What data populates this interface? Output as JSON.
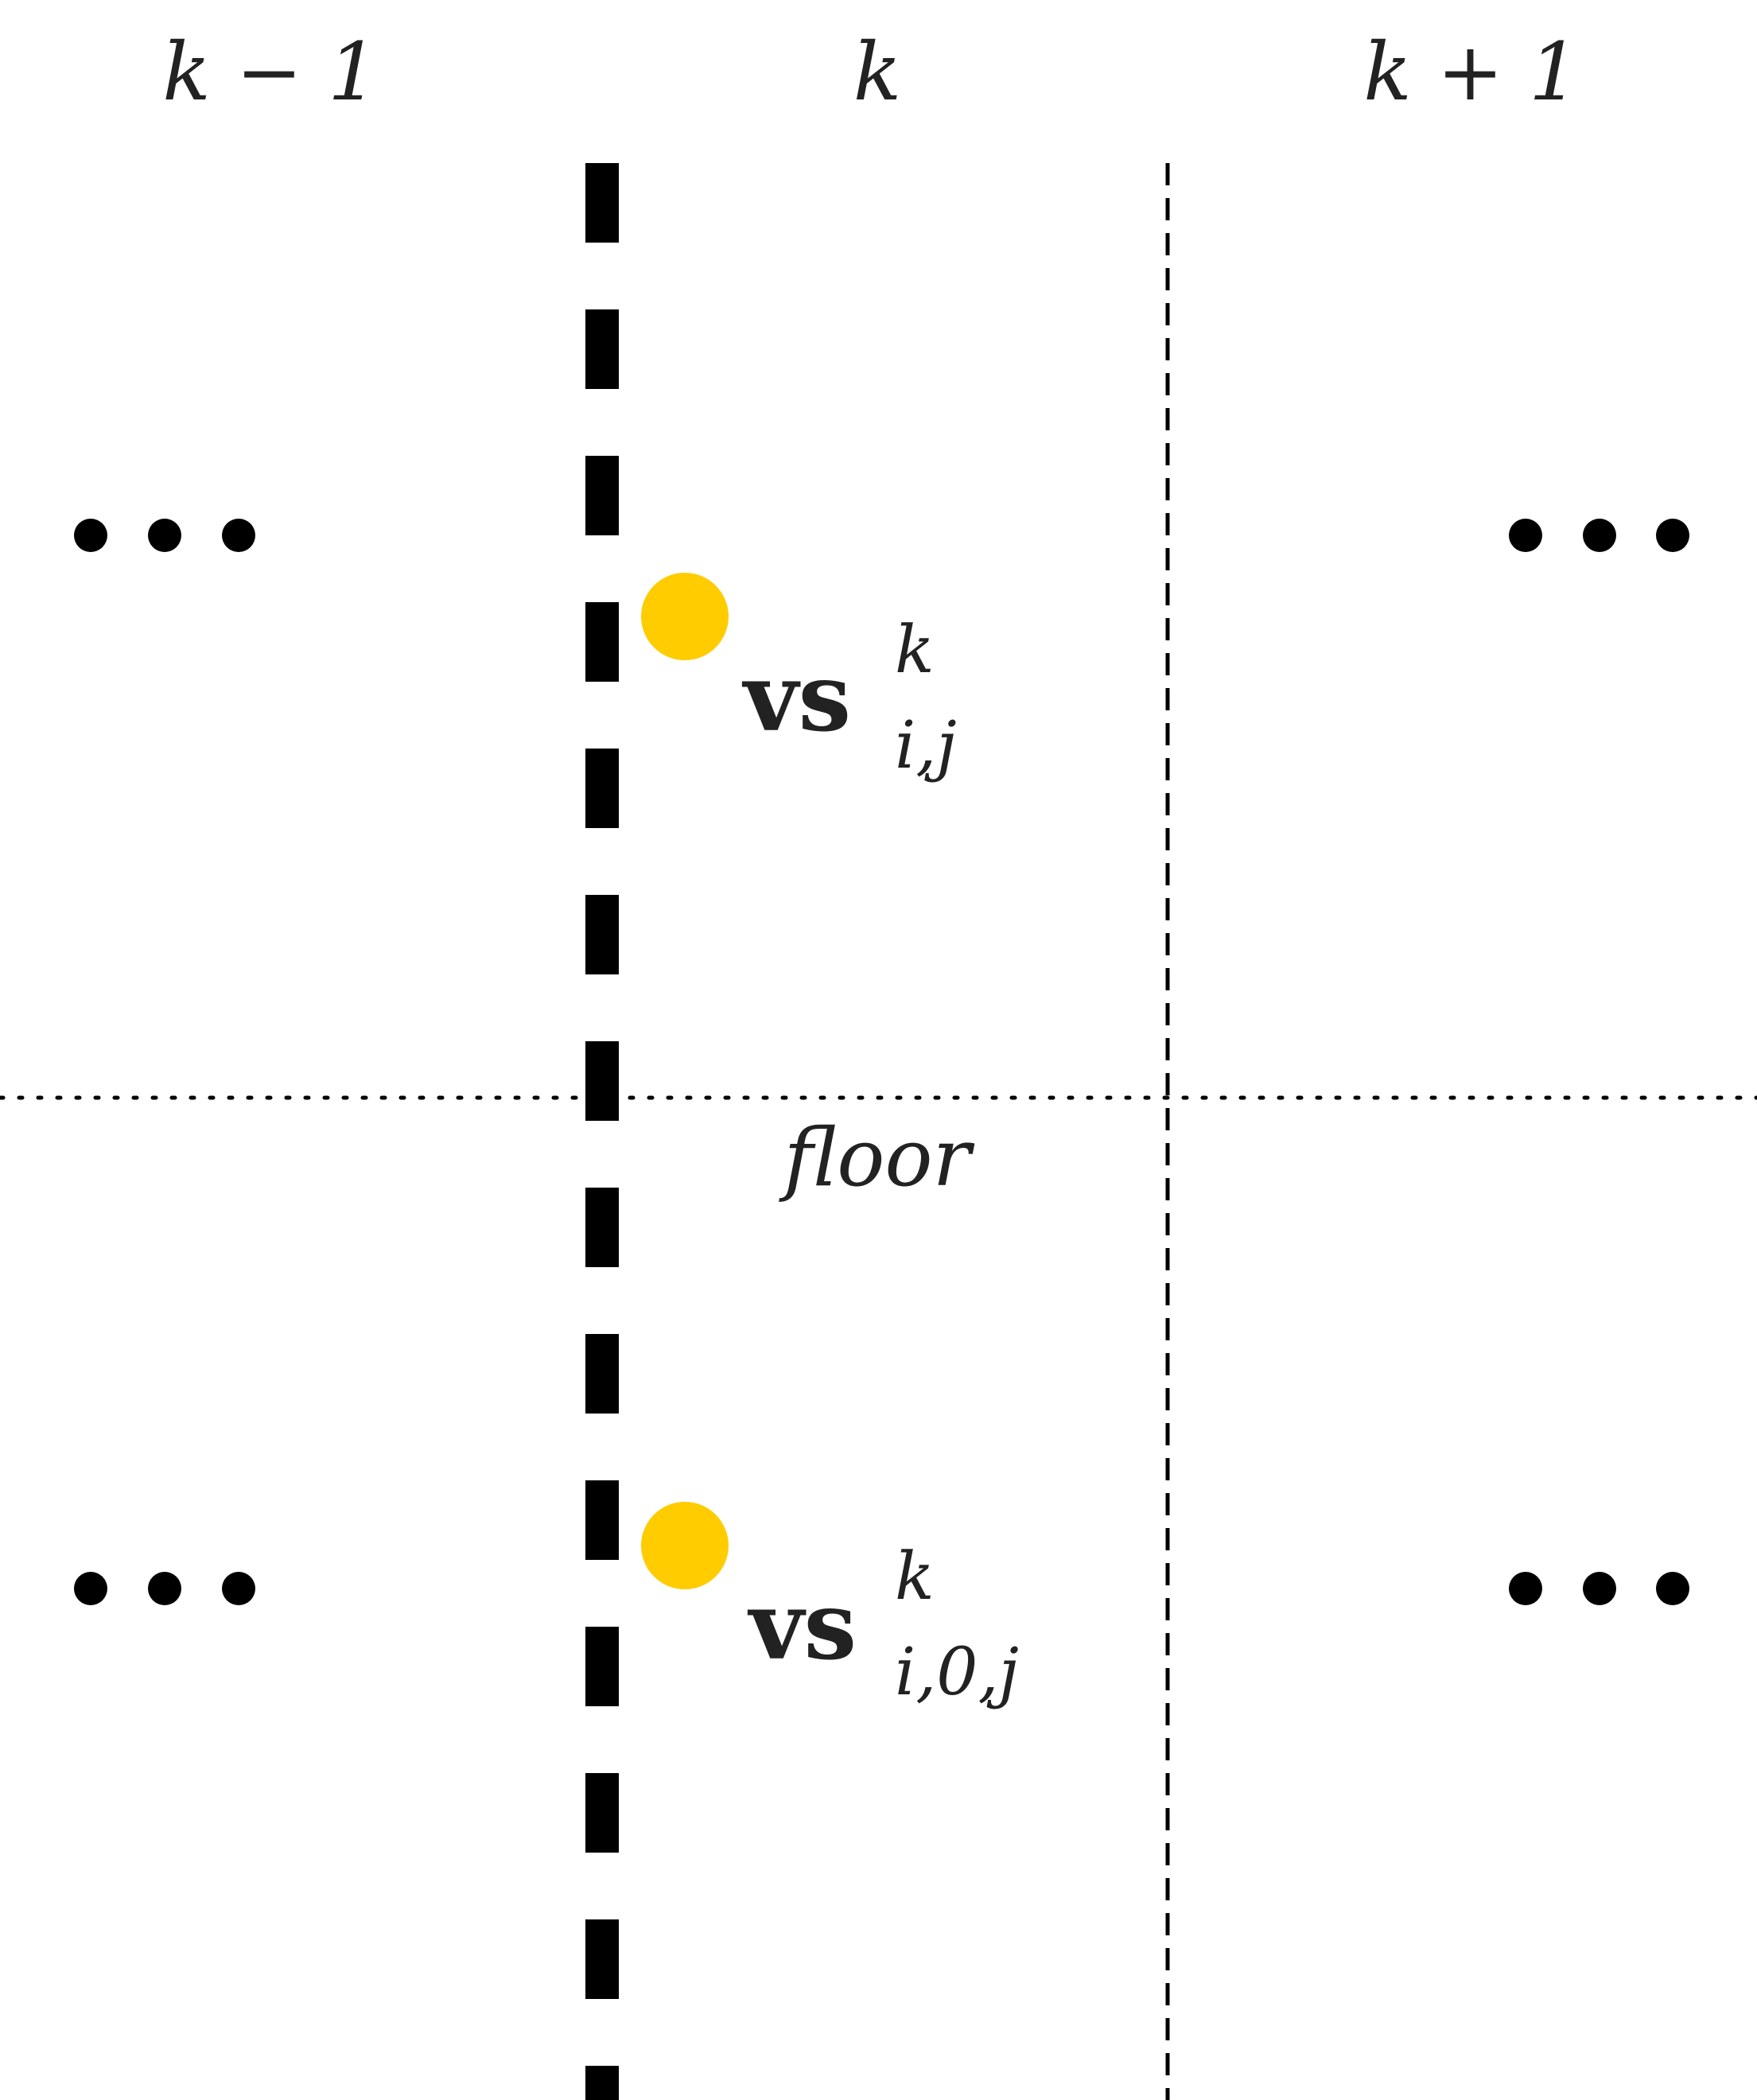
{
  "columns": {
    "left": "k − 1",
    "center": "k",
    "right": "k + 1"
  },
  "ellipsis": "• • •",
  "floor_label": "floor",
  "points": [
    {
      "name": "vs-i-j",
      "main": "vs",
      "superscript": "k",
      "subscript": "i,j",
      "color": "#FFCC00"
    },
    {
      "name": "vs-i-0-j",
      "main": "vs",
      "superscript": "k",
      "subscript": "i,0,j",
      "color": "#FFCC00"
    }
  ],
  "colors": {
    "lines": "#000000",
    "text": "#222222",
    "point": "#FFCC00"
  }
}
